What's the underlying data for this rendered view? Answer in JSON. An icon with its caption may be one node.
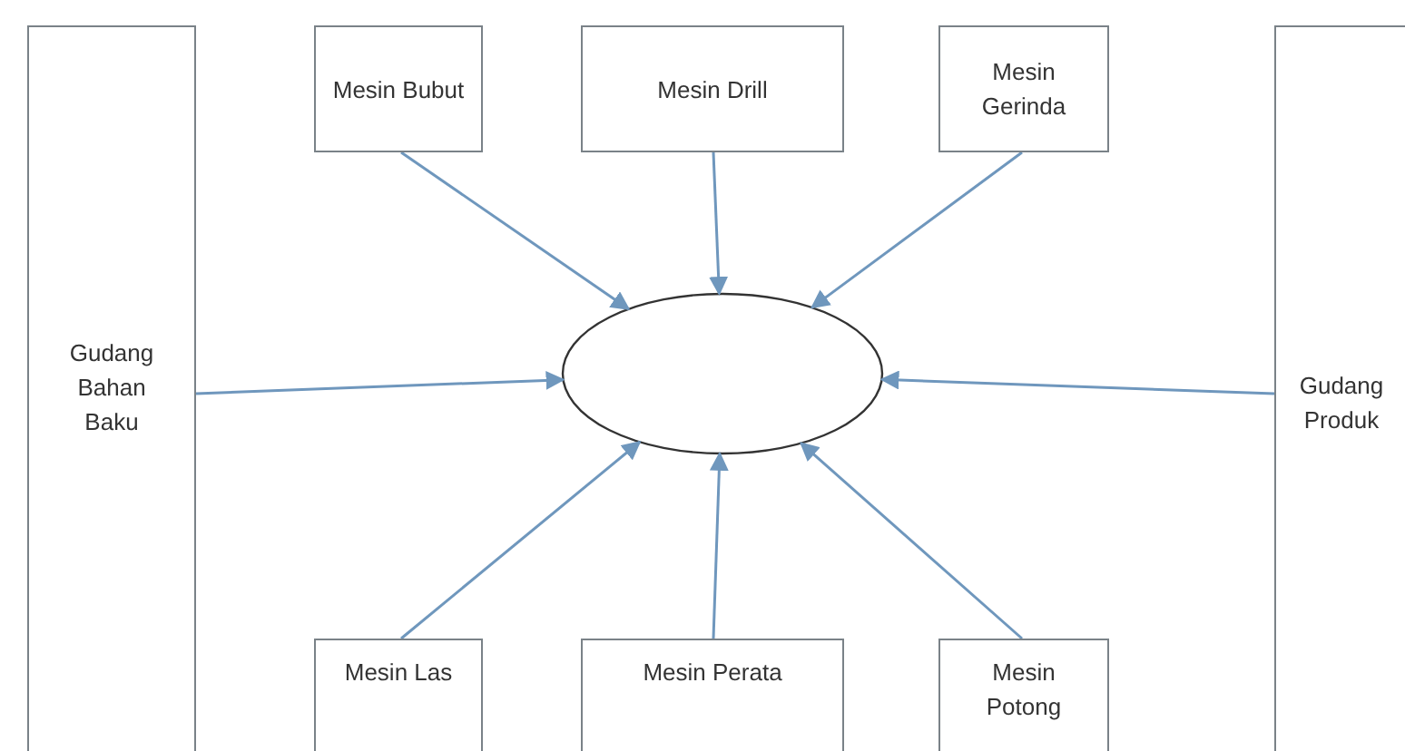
{
  "diagram": {
    "nodes": [
      {
        "text": [
          "Gudang Bahan Baku"
        ]
      },
      {
        "text": [
          "Mesin Bubut"
        ]
      },
      {
        "text": [
          "Mesin Drill"
        ]
      },
      {
        "text": [
          "Mesin Gerinda"
        ]
      },
      {
        "text": [],
        "shape": "ellipse"
      },
      {
        "text": [
          "Gudang Produk"
        ]
      },
      {
        "text": [
          "Mesin Las"
        ]
      },
      {
        "text": [
          "Mesin Perata"
        ]
      },
      {
        "text": [
          "Mesin Potong"
        ]
      }
    ],
    "edges": [
      {
        "from": 1,
        "to": 4,
        "arrow": "to"
      },
      {
        "from": 2,
        "to": 4,
        "arrow": "to"
      },
      {
        "from": 3,
        "to": 4,
        "arrow": "to"
      },
      {
        "from": 0,
        "to": 4,
        "arrow": "to"
      },
      {
        "from": 5,
        "to": 4,
        "arrow": "to"
      },
      {
        "from": 6,
        "to": 4,
        "arrow": "to"
      },
      {
        "from": 7,
        "to": 4,
        "arrow": "to"
      },
      {
        "from": 8,
        "to": 4,
        "arrow": "to"
      }
    ]
  }
}
